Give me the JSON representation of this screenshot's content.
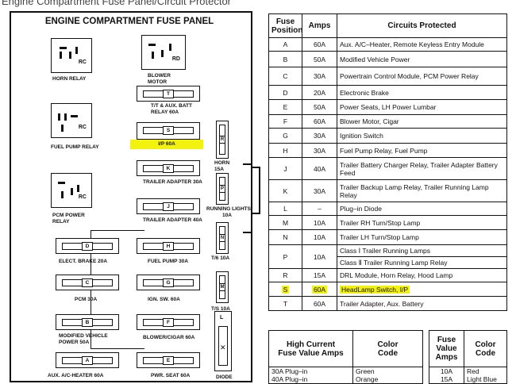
{
  "page_title": "Engine Compartment Fuse Panel/Circuit Protector",
  "panel": {
    "title": "ENGINE COMPARTMENT FUSE PANEL",
    "relays": {
      "horn": {
        "code": "RC",
        "label": "HORN RELAY"
      },
      "blower": {
        "code": "RD",
        "label": "BLOWER\nMOTOR\nRELAY"
      },
      "fuel_pump": {
        "code": "RC",
        "label": "FUEL PUMP RELAY"
      },
      "pcm_power": {
        "code": "RC",
        "label": "PCM POWER\nRELAY"
      }
    },
    "fuses": {
      "T": {
        "letter": "T",
        "label": "T/T & AUX. BATT\nRELAY 60A"
      },
      "S": {
        "letter": "S",
        "label": "I/P 60A"
      },
      "K": {
        "letter": "K",
        "label": "TRAILER ADAPTER 30A"
      },
      "J": {
        "letter": "J",
        "label": "TRAILER ADAPTER 40A"
      },
      "D": {
        "letter": "D",
        "label": "ELECT. BRAKE 20A"
      },
      "H": {
        "letter": "H",
        "label": "FUEL PUMP 30A"
      },
      "C": {
        "letter": "C",
        "label": "PCM 30A"
      },
      "G": {
        "letter": "G",
        "label": "IGN. SW. 60A"
      },
      "B": {
        "letter": "B",
        "label": "MODIFIED VEHICLE\nPOWER 50A"
      },
      "F": {
        "letter": "F",
        "label": "BLOWER/CIGAR 60A"
      },
      "A": {
        "letter": "A",
        "label": "AUX. A/C-HEATER 60A"
      },
      "E": {
        "letter": "E",
        "label": "PWR. SEAT 60A"
      }
    },
    "small_fuses": {
      "R": {
        "letter": "R",
        "label": "HORN\n15A"
      },
      "P": {
        "letter": "P",
        "label": "RUNNING LIGHTS\n10A"
      },
      "N": {
        "letter": "N",
        "label": "T/6 10A"
      },
      "M": {
        "letter": "M",
        "label": "T/S 10A"
      },
      "L": {
        "letter": "L",
        "label": "DIODE"
      }
    }
  },
  "fuse_table": {
    "headers": {
      "position": "Fuse\nPosition",
      "amps": "Amps",
      "circuits": "Circuits Protected"
    },
    "rows": [
      {
        "pos": "A",
        "amps": "60A",
        "circuits": "Aux. A/C–Heater, Remote Keyless Entry Module"
      },
      {
        "pos": "B",
        "amps": "50A",
        "circuits": "Modified Vehicle Power"
      },
      {
        "pos": "C",
        "amps": "30A",
        "circuits": "Powertrain Control Module, PCM Power Relay"
      },
      {
        "pos": "D",
        "amps": "20A",
        "circuits": "Electronic Brake"
      },
      {
        "pos": "E",
        "amps": "50A",
        "circuits": "Power Seats, LH Power Lumbar"
      },
      {
        "pos": "F",
        "amps": "60A",
        "circuits": "Blower Motor, Cigar"
      },
      {
        "pos": "G",
        "amps": "30A",
        "circuits": "Ignition Switch"
      },
      {
        "pos": "H",
        "amps": "30A",
        "circuits": "Fuel Pump Relay, Fuel Pump"
      },
      {
        "pos": "J",
        "amps": "40A",
        "circuits": "Trailer Battery Charger Relay, Trailer Adapter Battery Feed"
      },
      {
        "pos": "K",
        "amps": "30A",
        "circuits": "Trailer Backup Lamp Relay, Trailer Running Lamp Relay"
      },
      {
        "pos": "L",
        "amps": "–",
        "circuits": "Plug–in Diode"
      },
      {
        "pos": "M",
        "amps": "10A",
        "circuits": "Trailer RH Turn/Stop Lamp"
      },
      {
        "pos": "N",
        "amps": "10A",
        "circuits": "Trailer LH Turn/Stop Lamp"
      },
      {
        "pos": "P",
        "amps": "10A",
        "circuits": "Class Ⅰ Trailer Running Lamps",
        "circuits2": "Class Ⅱ Trailer Running Lamp Relay"
      },
      {
        "pos": "R",
        "amps": "15A",
        "circuits": "DRL Module, Horn Relay, Hood Lamp"
      },
      {
        "pos": "S",
        "amps": "60A",
        "circuits": "HeadLamp Switch, I/P"
      },
      {
        "pos": "T",
        "amps": "60A",
        "circuits": "Trailer Adapter, Aux. Battery"
      }
    ]
  },
  "color_table_high": {
    "headers": {
      "value": "High Current\nFuse Value Amps",
      "color": "Color\nCode"
    },
    "values": [
      "30A Plug–in",
      "40A Plug–in"
    ],
    "colors": [
      "Green",
      "Orange"
    ]
  },
  "color_table_low": {
    "headers": {
      "value": "Fuse\nValue\nAmps",
      "color": "Color\nCode"
    },
    "values": [
      "10A",
      "15A"
    ],
    "colors": [
      "Red",
      "Light Blue"
    ]
  },
  "highlight_color": "#f2f20e"
}
